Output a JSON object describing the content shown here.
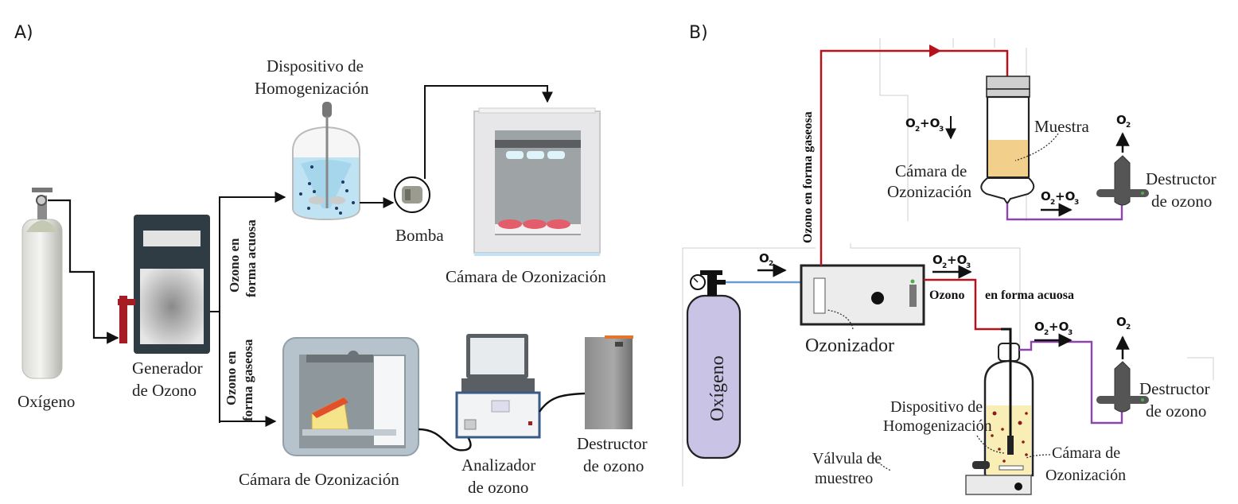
{
  "panels": {
    "a": {
      "label": "A)",
      "oxygen_label": "Oxígeno",
      "generator_label_line1": "Generador",
      "generator_label_line2": "de Ozono",
      "aqueous_label_line1": "Ozono en",
      "aqueous_label_line2": "forma acuosa",
      "gaseous_label_line1": "Ozono en",
      "gaseous_label_line2": "forma gaseosa",
      "homogenizer_label_line1": "Dispositivo de",
      "homogenizer_label_line2": "Homogenización",
      "pump_label": "Bomba",
      "chamber_top_label": "Cámara de Ozonización",
      "chamber_bottom_label": "Cámara de Ozonización",
      "analyzer_label_line1": "Analizador",
      "analyzer_label_line2": "de ozono",
      "destructor_label_line1": "Destructor",
      "destructor_label_line2": "de ozono"
    },
    "b": {
      "label": "B)",
      "gaseous_label": "Ozono en forma gaseosa",
      "oxygen_label": "Oxígeno",
      "o2_in_label": "O",
      "o2_in_sub": "2",
      "ozonizer_label": "Ozonizador",
      "aqueous_label_a": "Ozono",
      "aqueous_label_b": "en forma acuosa",
      "mix_label_main": "O",
      "mix_sub_1": "2",
      "mix_plus": "+O",
      "mix_sub_2": "3",
      "o2_out_main": "O",
      "o2_out_sub": "2",
      "sample_label": "Muestra",
      "chamber_top_line1": "Cámara de",
      "chamber_top_line2": "Ozonización",
      "destructor_top_line1": "Destructor",
      "destructor_top_line2": "de ozono",
      "destructor_bottom_line1": "Destructor",
      "destructor_bottom_line2": "de ozono",
      "homogenizer_line1": "Dispositivo de",
      "homogenizer_line2": "Homogenización",
      "valve_line1": "Válvula de",
      "valve_line2": "muestreo",
      "chamber_bottom_line1": "Cámara de",
      "chamber_bottom_line2": "Ozonización"
    }
  },
  "colors": {
    "gas_line": "#b5121b",
    "oxygen_line": "#6b9bd1",
    "exhaust_line": "#8e44ad",
    "oxygen_tank_b": "#c9c3e6",
    "sample": "#f2cf8a",
    "liquid": "#f8eeb6",
    "water": "#bfe3f2"
  }
}
